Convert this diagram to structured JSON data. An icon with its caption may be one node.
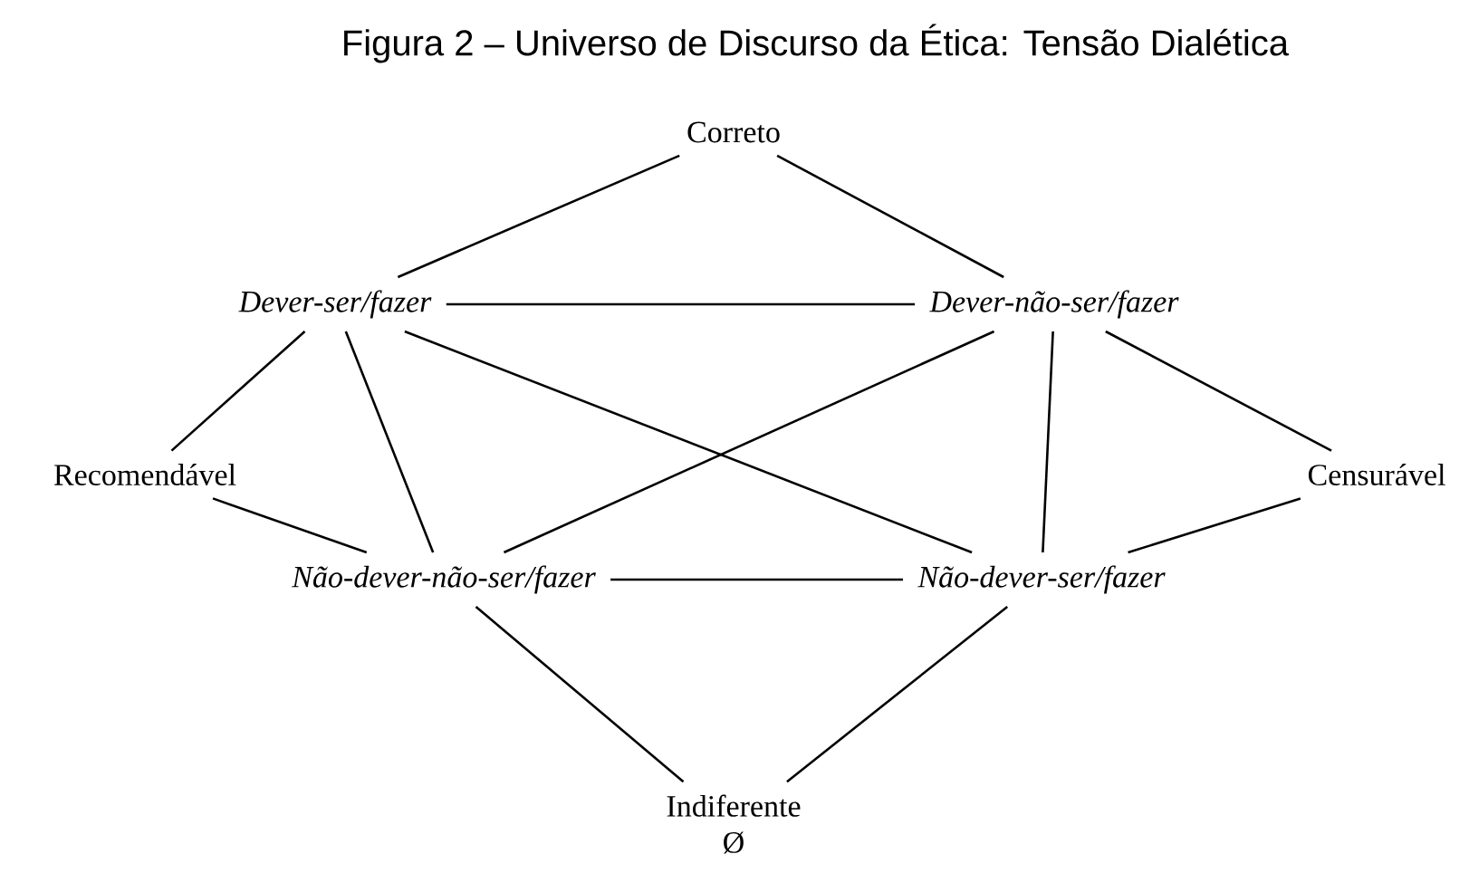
{
  "diagram": {
    "title": "Figura 2 – Universo de Discurso da Ética: Tensão Dialética",
    "nodes": [
      {
        "text": [
          "Correto"
        ]
      },
      {
        "text": [
          "Dever-ser/fazer"
        ]
      },
      {
        "text": [
          "Dever-não-ser/fazer"
        ]
      },
      {
        "text": [
          "Recomendável"
        ]
      },
      {
        "text": [
          "Censurável"
        ]
      },
      {
        "text": [
          "Não-dever-não-ser/fazer"
        ]
      },
      {
        "text": [
          "Não-dever-ser/fazer"
        ]
      },
      {
        "text": [
          "Indiferente",
          "Ø"
        ]
      }
    ],
    "edges": [
      {
        "from": 0,
        "to": 1,
        "arrow": "none"
      },
      {
        "from": 0,
        "to": 2,
        "arrow": "none"
      },
      {
        "from": 1,
        "to": 2,
        "arrow": "none"
      },
      {
        "from": 1,
        "to": 3,
        "arrow": "none"
      },
      {
        "from": 1,
        "to": 5,
        "arrow": "none"
      },
      {
        "from": 1,
        "to": 6,
        "arrow": "none"
      },
      {
        "from": 2,
        "to": 5,
        "arrow": "none"
      },
      {
        "from": 2,
        "to": 6,
        "arrow": "none"
      },
      {
        "from": 2,
        "to": 4,
        "arrow": "none"
      },
      {
        "from": 3,
        "to": 5,
        "arrow": "none"
      },
      {
        "from": 4,
        "to": 6,
        "arrow": "none"
      },
      {
        "from": 5,
        "to": 6,
        "arrow": "none"
      },
      {
        "from": 5,
        "to": 7,
        "arrow": "none"
      },
      {
        "from": 6,
        "to": 7,
        "arrow": "none"
      }
    ]
  }
}
